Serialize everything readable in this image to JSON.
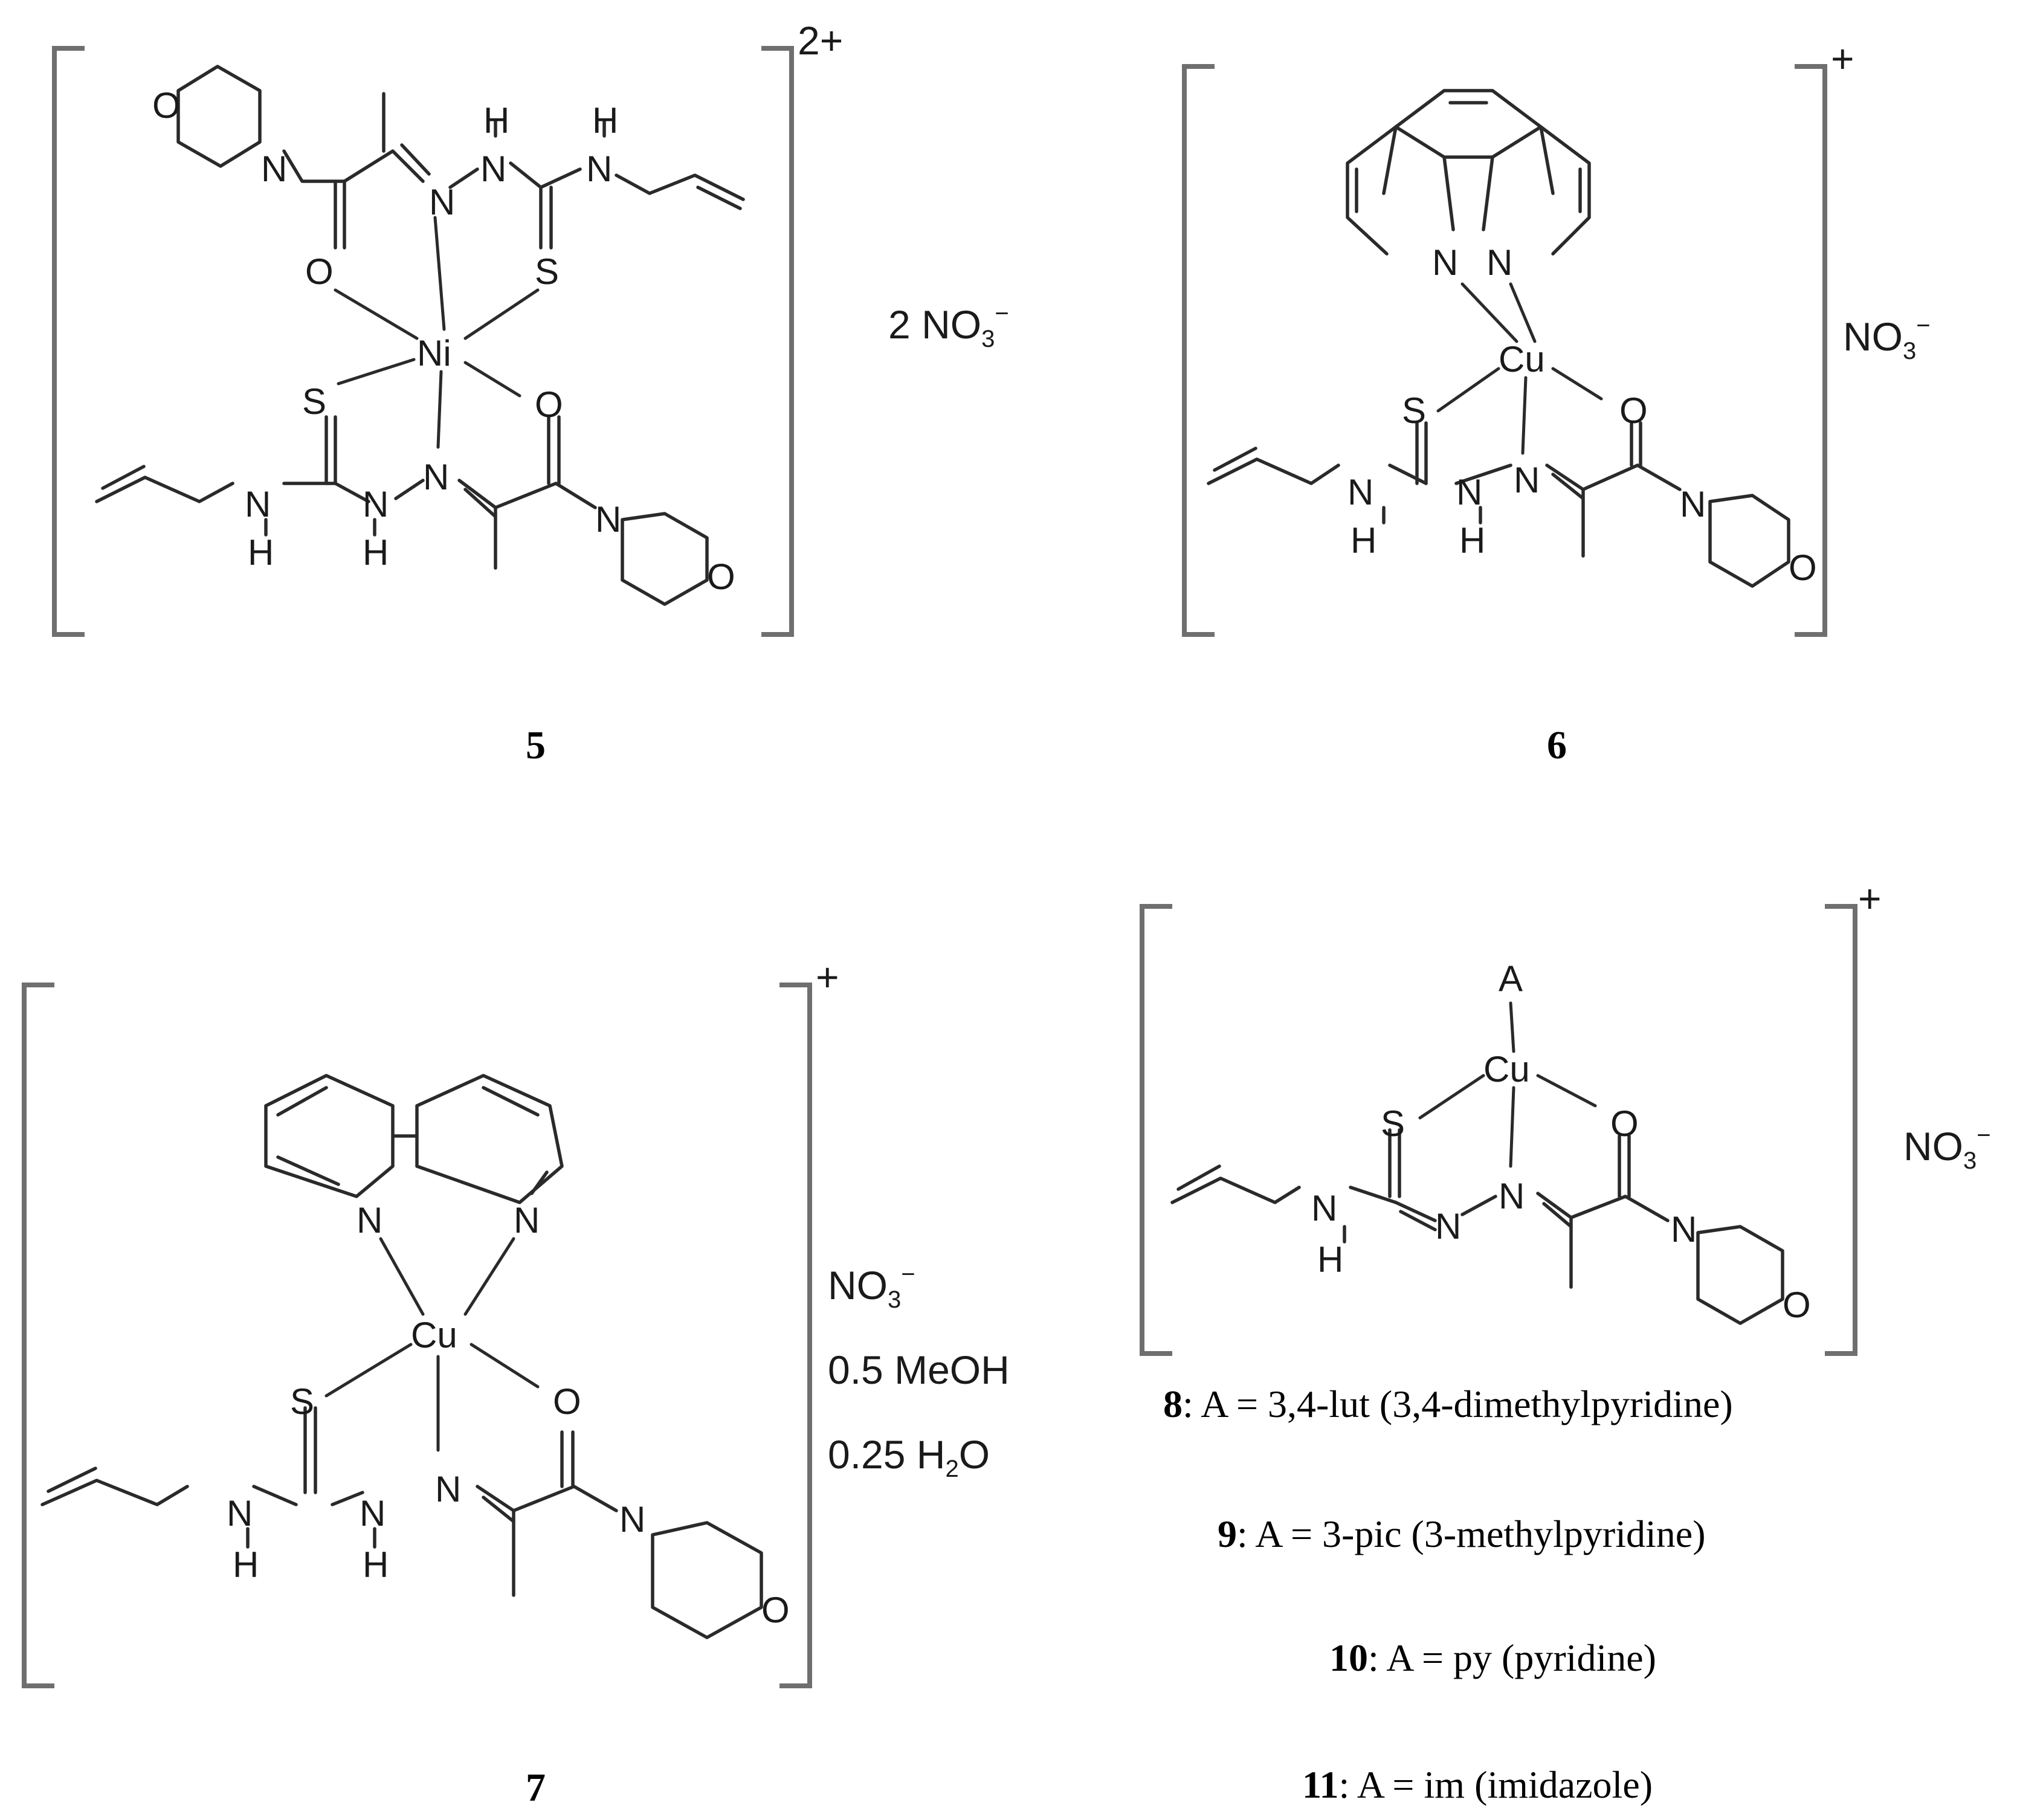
{
  "compounds": [
    {
      "label": "5",
      "charge": "2+",
      "metal": "Ni",
      "counterion": {
        "count": "2",
        "formula": "NO",
        "subscript": "3",
        "charge": "−"
      }
    },
    {
      "label": "6",
      "charge": "+",
      "metal": "Cu",
      "counterion": {
        "formula": "NO",
        "subscript": "3",
        "charge": "−"
      }
    },
    {
      "label": "7",
      "charge": "+",
      "metal": "Cu",
      "counterion": {
        "formula": "NO",
        "subscript": "3",
        "charge": "−"
      },
      "solvates": [
        "0.5 MeOH",
        "0.25 H",
        "2",
        "O"
      ]
    },
    {
      "label": "",
      "charge": "+",
      "metal": "Cu",
      "ligand_label": "A",
      "counterion": {
        "formula": "NO",
        "subscript": "3",
        "charge": "−"
      }
    }
  ],
  "atoms": {
    "O": "O",
    "N": "N",
    "S": "S",
    "H": "H"
  },
  "legend": [
    {
      "num": "8",
      "text": ": A = 3,4-lut (3,4-dimethylpyridine)"
    },
    {
      "num": "9",
      "text": ": A = 3-pic (3-methylpyridine)"
    },
    {
      "num": "10",
      "text": ": A = py (pyridine)"
    },
    {
      "num": "11",
      "text": ": A = im (imidazole)"
    }
  ]
}
